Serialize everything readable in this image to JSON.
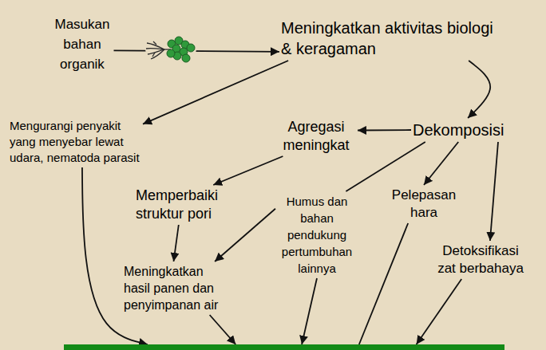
{
  "diagram": {
    "nodes": [
      {
        "text": [
          "Masukan bahan organik"
        ]
      },
      {
        "text": [
          "Meningkatkan aktivitas biologi & keragaman"
        ]
      },
      {
        "text": [
          "Mengurangi penyakit yang menyebar lewat udara, nematoda parasit"
        ]
      },
      {
        "text": [
          "Agregasi meningkat"
        ]
      },
      {
        "text": [
          "Dekomposisi"
        ]
      },
      {
        "text": [
          "Memperbaiki struktur pori"
        ]
      },
      {
        "text": [
          "Humus dan bahan pendukung pertumbuhan lainnya"
        ]
      },
      {
        "text": [
          "Pelepasan hara"
        ]
      },
      {
        "text": [
          "Detoksifikasi zat berbahaya"
        ]
      },
      {
        "text": [
          "Meningkatkan hasil panen dan penyimpanan air"
        ]
      },
      {
        "text": []
      }
    ],
    "edges": [
      {
        "from": 0,
        "to": 1,
        "arrow": "to"
      },
      {
        "from": 1,
        "to": 2,
        "arrow": "to"
      },
      {
        "from": 1,
        "to": 4,
        "arrow": "to"
      },
      {
        "from": 4,
        "to": 3,
        "arrow": "to"
      },
      {
        "from": 4,
        "to": 6,
        "arrow": "none"
      },
      {
        "from": 4,
        "to": 7,
        "arrow": "to"
      },
      {
        "from": 4,
        "to": 8,
        "arrow": "to"
      },
      {
        "from": 3,
        "to": 5,
        "arrow": "to"
      },
      {
        "from": 5,
        "to": 9,
        "arrow": "to"
      },
      {
        "from": 6,
        "to": 9,
        "arrow": "to"
      },
      {
        "from": 2,
        "to": 10,
        "arrow": "to"
      },
      {
        "from": 9,
        "to": 10,
        "arrow": "to"
      },
      {
        "from": 6,
        "to": 10,
        "arrow": "to"
      },
      {
        "from": 7,
        "to": 10,
        "arrow": "none"
      },
      {
        "from": 8,
        "to": 10,
        "arrow": "to"
      }
    ]
  }
}
